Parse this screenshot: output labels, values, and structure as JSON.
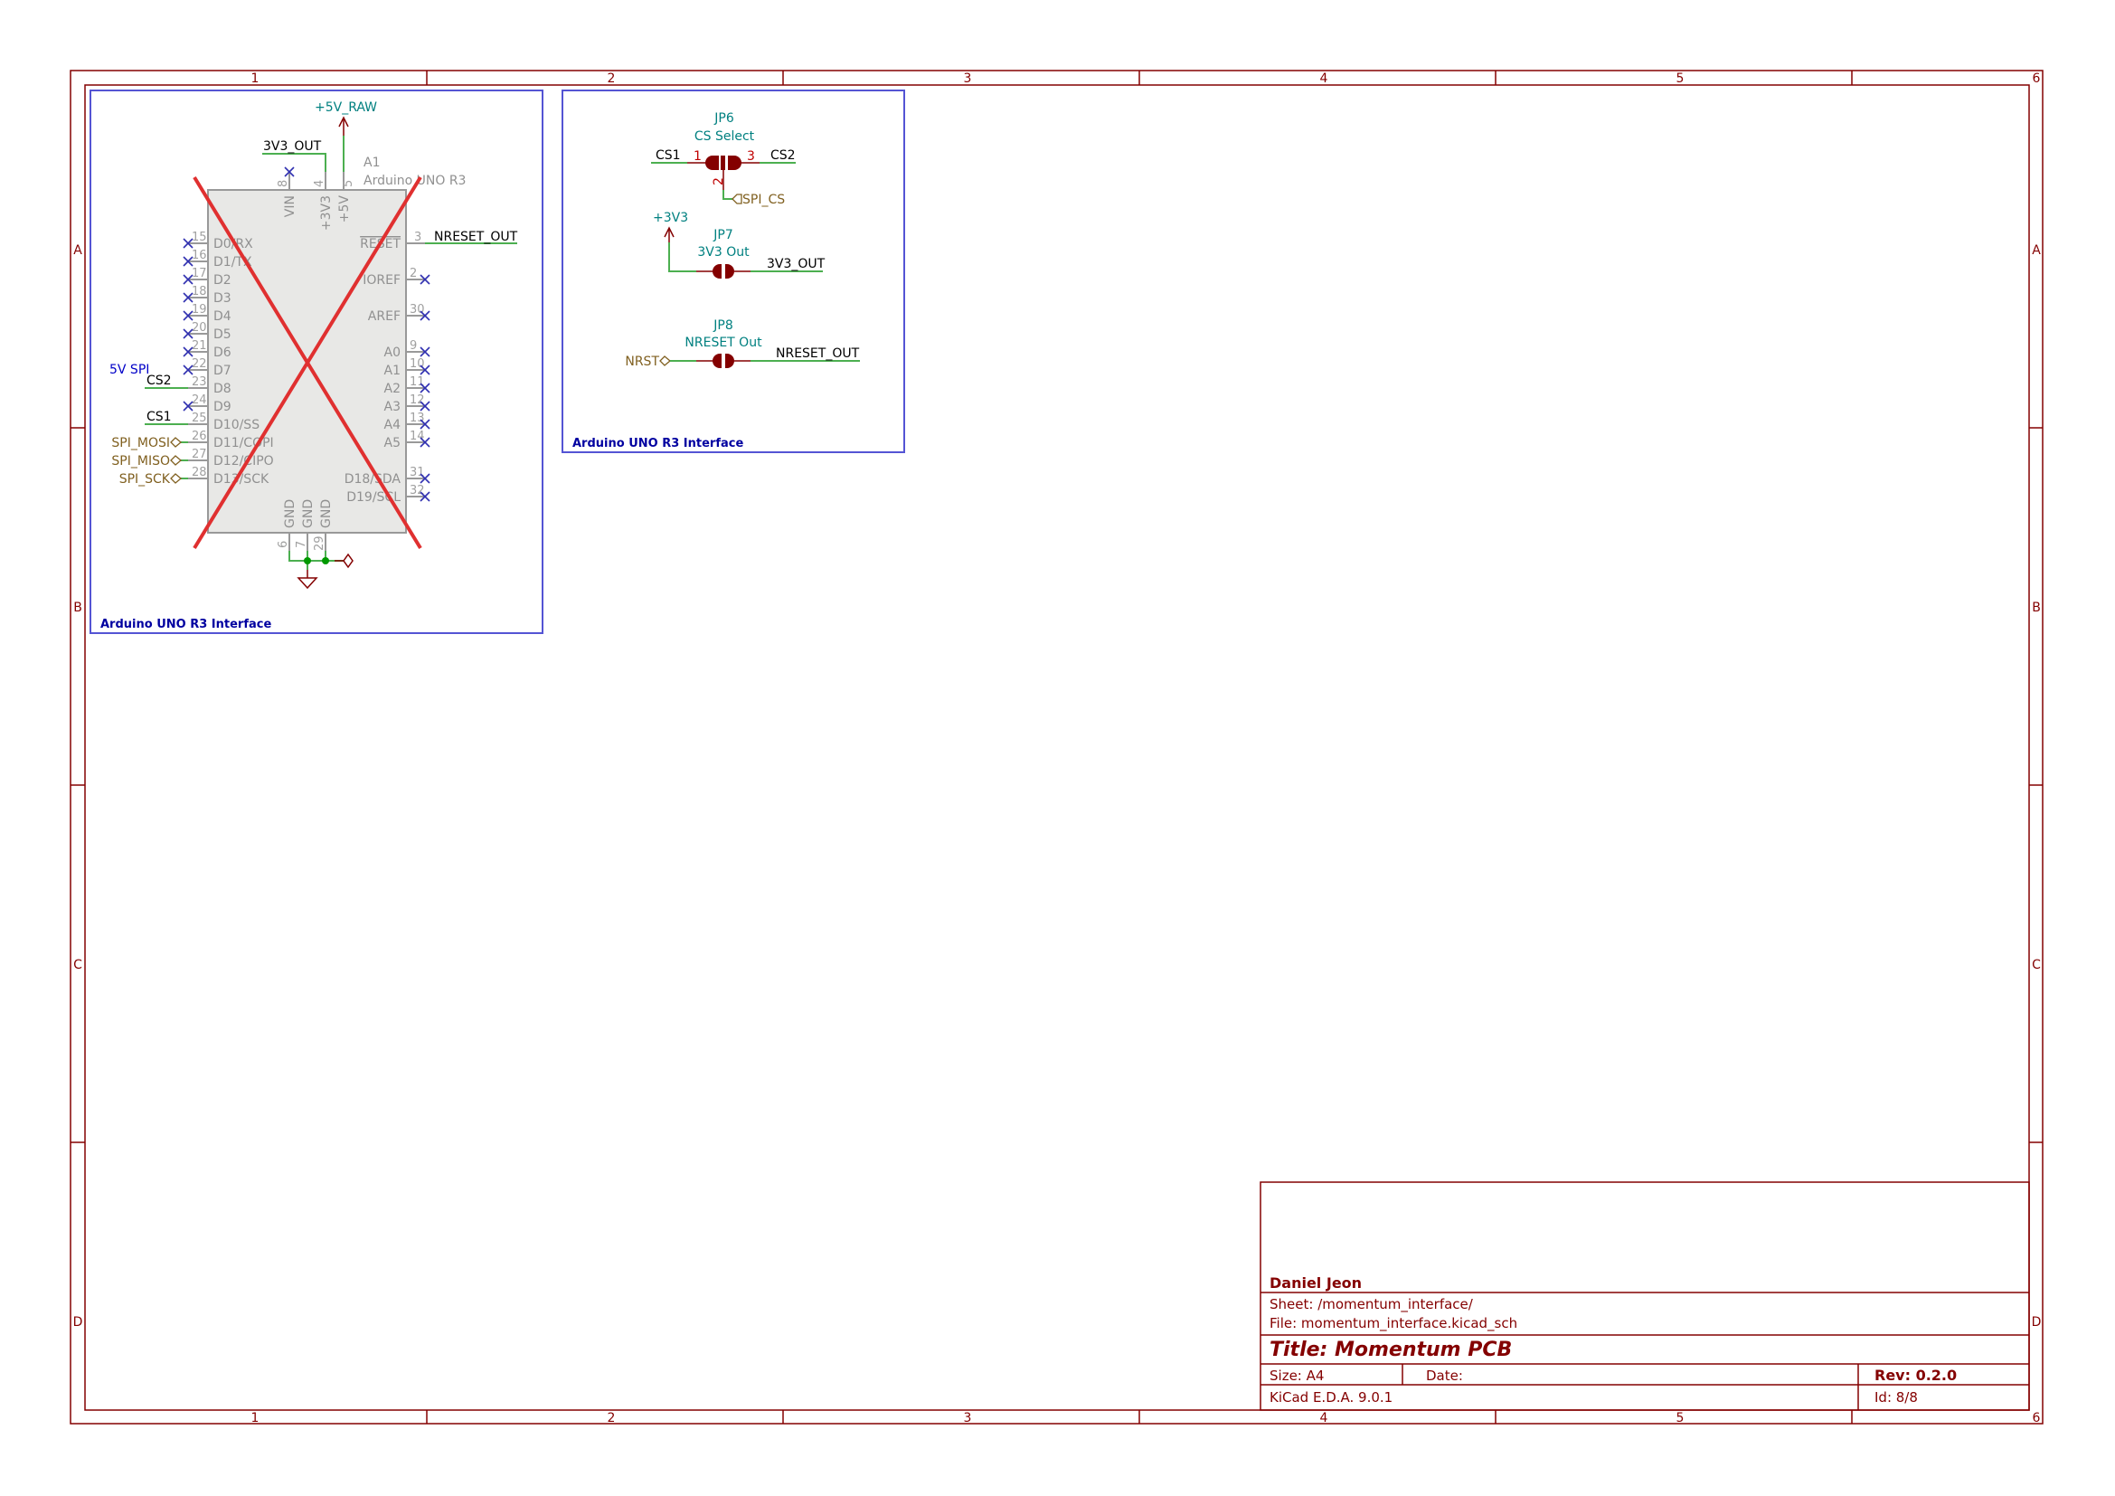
{
  "frame": {
    "columns": [
      "1",
      "2",
      "3",
      "4",
      "5",
      "6"
    ],
    "rows": [
      "A",
      "B",
      "C",
      "D"
    ]
  },
  "sheet1": {
    "name": "Arduino UNO R3 Interface",
    "component": {
      "ref": "A1",
      "value": "Arduino UNO R3",
      "top_pins": [
        {
          "num": "8",
          "name": "VIN"
        },
        {
          "num": "4",
          "name": "+3V3"
        },
        {
          "num": "5",
          "name": "+5V"
        }
      ],
      "left_pins": [
        {
          "num": "15",
          "name": "D0/RX"
        },
        {
          "num": "16",
          "name": "D1/TX"
        },
        {
          "num": "17",
          "name": "D2"
        },
        {
          "num": "18",
          "name": "D3"
        },
        {
          "num": "19",
          "name": "D4"
        },
        {
          "num": "20",
          "name": "D5"
        },
        {
          "num": "21",
          "name": "D6"
        },
        {
          "num": "22",
          "name": "D7"
        },
        {
          "num": "23",
          "name": "D8"
        },
        {
          "num": "24",
          "name": "D9"
        },
        {
          "num": "25",
          "name": "D10/SS"
        },
        {
          "num": "26",
          "name": "D11/COPI"
        },
        {
          "num": "27",
          "name": "D12/CIPO"
        },
        {
          "num": "28",
          "name": "D13/SCK"
        }
      ],
      "right_pins": [
        {
          "num": "3",
          "name": "RESET"
        },
        {
          "num": "2",
          "name": "IOREF"
        },
        {
          "num": "30",
          "name": "AREF"
        },
        {
          "num": "9",
          "name": "A0"
        },
        {
          "num": "10",
          "name": "A1"
        },
        {
          "num": "11",
          "name": "A2"
        },
        {
          "num": "12",
          "name": "A3"
        },
        {
          "num": "13",
          "name": "A4"
        },
        {
          "num": "14",
          "name": "A5"
        },
        {
          "num": "31",
          "name": "D18/SDA"
        },
        {
          "num": "32",
          "name": "D19/SCL"
        }
      ],
      "bottom_pins": [
        {
          "num": "6",
          "name": "GND"
        },
        {
          "num": "7",
          "name": "GND"
        },
        {
          "num": "29",
          "name": "GND"
        }
      ]
    },
    "power_5v": "+5V_RAW",
    "net_3v3": "3V3_OUT",
    "net_nreset": "NRESET_OUT",
    "note_5v_spi": "5V SPI",
    "net_cs2": "CS2",
    "net_cs1": "CS1",
    "glabel_mosi": "SPI_MOSI",
    "glabel_miso": "SPI_MISO",
    "glabel_sck": "SPI_SCK"
  },
  "sheet2": {
    "name": "Arduino UNO R3 Interface",
    "jp6": {
      "ref": "JP6",
      "value": "CS Select",
      "left_net": "CS1",
      "right_net": "CS2",
      "pin1": "1",
      "pin2": "2",
      "pin3": "3",
      "glabel": "SPI_CS"
    },
    "jp7": {
      "ref": "JP7",
      "value": "3V3 Out",
      "power": "+3V3",
      "right_net": "3V3_OUT"
    },
    "jp8": {
      "ref": "JP8",
      "value": "NRESET Out",
      "glabel": "NRST",
      "right_net": "NRESET_OUT"
    }
  },
  "title_block": {
    "company": "Daniel Jeon",
    "sheet": "Sheet: /momentum_interface/",
    "file": "File: momentum_interface.kicad_sch",
    "title": "Title: Momentum PCB",
    "size": "Size: A4",
    "date": "Date:",
    "rev": "Rev: 0.2.0",
    "tool": "KiCad E.D.A. 9.0.1",
    "id": "Id: 8/8"
  },
  "colors": {
    "frame": "#840000",
    "wire": "#4caf50",
    "sheet_border": "#5454d4",
    "no_connect": "#3030b0",
    "dnp_cross": "#e03030"
  }
}
